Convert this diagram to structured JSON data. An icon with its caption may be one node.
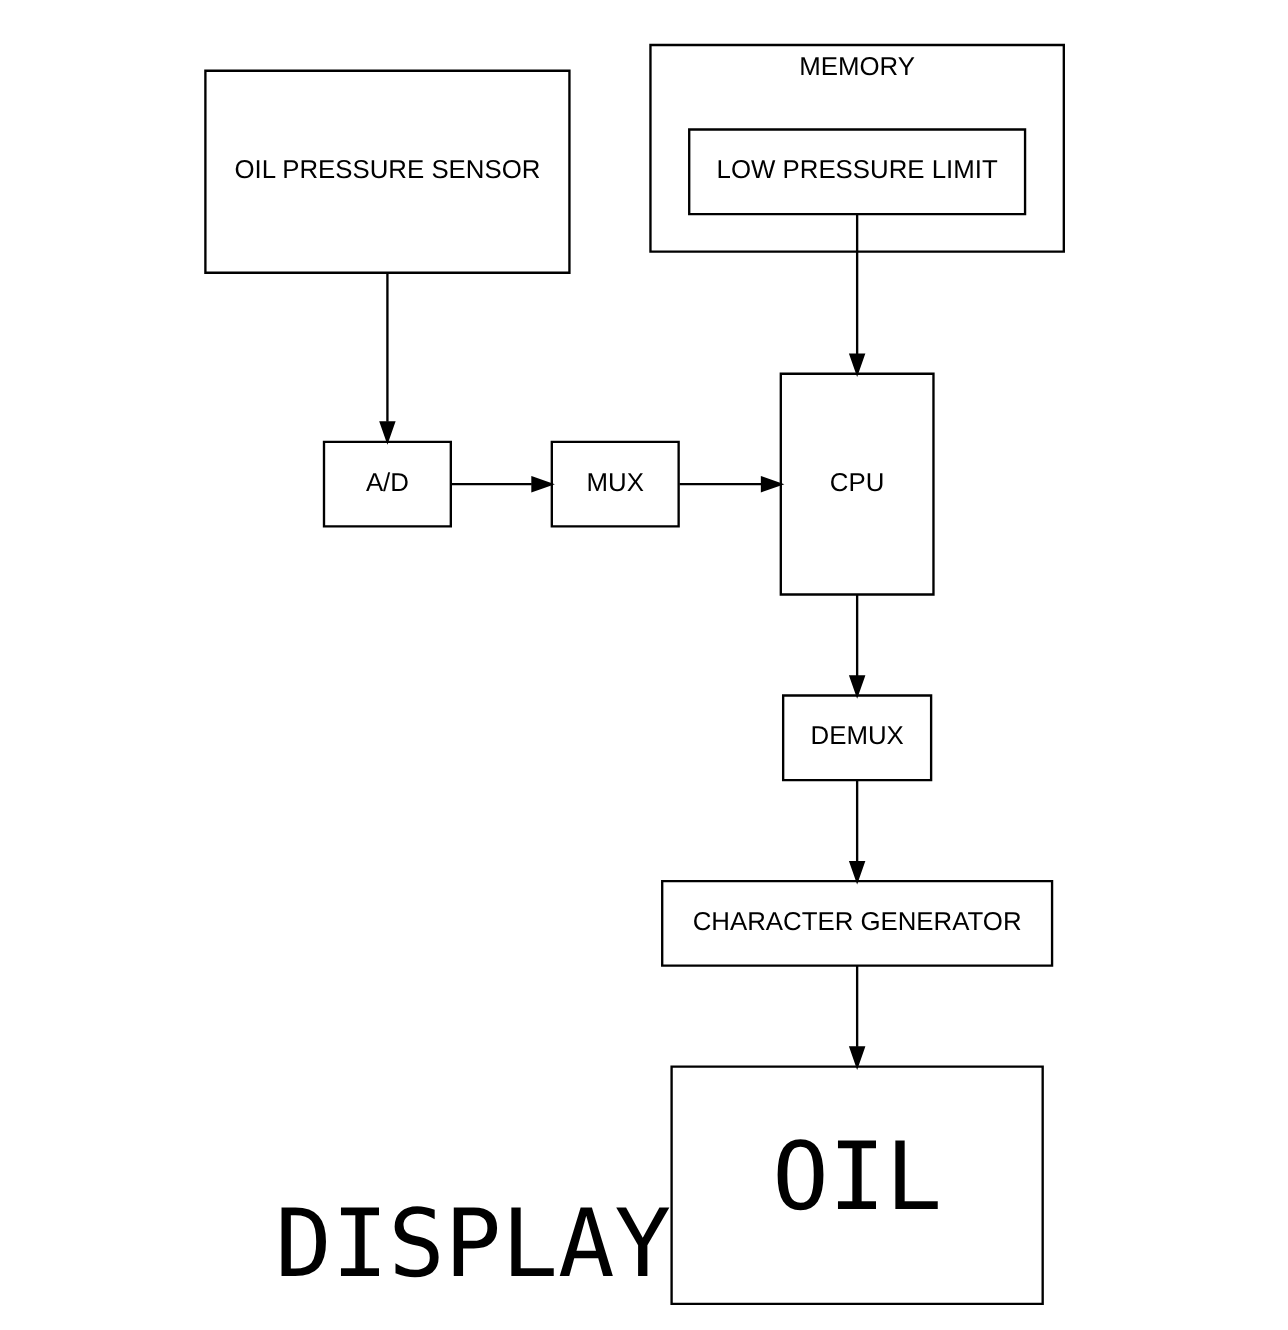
{
  "diagram": {
    "nodes": [
      {
        "text": [
          "A/D"
        ]
      },
      {
        "text": [
          "MUX"
        ]
      },
      {
        "text": [
          "CPU"
        ]
      },
      {
        "text": [
          "MEMORY"
        ]
      },
      {
        "text": [
          "LOW PRESSURE LIMIT"
        ],
        "in": 3
      },
      {
        "text": [
          "OIL PRESSURE SENSOR"
        ]
      },
      {
        "text": [
          "DEMUX"
        ]
      },
      {
        "text": [
          "CHARACTER GENERATOR"
        ]
      },
      {
        "text": [
          "OIL"
        ],
        "beside": [
          "DISPLAY"
        ]
      }
    ],
    "edges": [
      {
        "from": 5,
        "to": 0,
        "arrow": "to"
      },
      {
        "from": 0,
        "to": 1,
        "arrow": "to"
      },
      {
        "from": 1,
        "to": 2,
        "arrow": "to"
      },
      {
        "from": 4,
        "to": 2,
        "arrow": "to"
      },
      {
        "from": 2,
        "to": 6,
        "arrow": "to"
      },
      {
        "from": 6,
        "to": 7,
        "arrow": "to"
      },
      {
        "from": 7,
        "to": 8,
        "arrow": "to"
      }
    ]
  }
}
